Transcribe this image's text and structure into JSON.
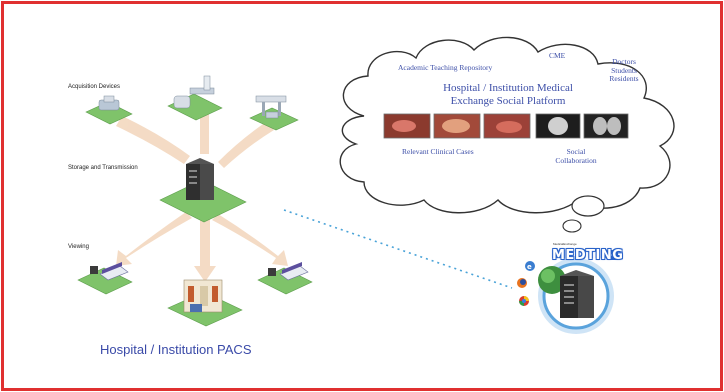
{
  "pacs": {
    "stages": {
      "acquisition": "Acquisition Devices",
      "storage": "Storage and Transmission",
      "viewing": "Viewing"
    },
    "title": "Hospital / Institution PACS"
  },
  "cloud": {
    "academic": "Academic Teaching Repository",
    "cme": "CME",
    "audience": [
      "Doctors",
      "Students",
      "Residents"
    ],
    "platform_title_line1": "Hospital / Institution Medical",
    "platform_title_line2": "Exchange Social Platform",
    "relevant_cases": "Relevant Clinical Cases",
    "social_collab_line1": "Social",
    "social_collab_line2": "Collaboration"
  },
  "server": {
    "brand": "MEDTING",
    "brand_sub": "MedicalExchange"
  },
  "colors": {
    "frame": "#e03030",
    "arrows": "#f3d8bf",
    "text_blue": "#3d4fa8",
    "platform_green": "#7fc36a",
    "dotted_link": "#4aa3d8"
  }
}
